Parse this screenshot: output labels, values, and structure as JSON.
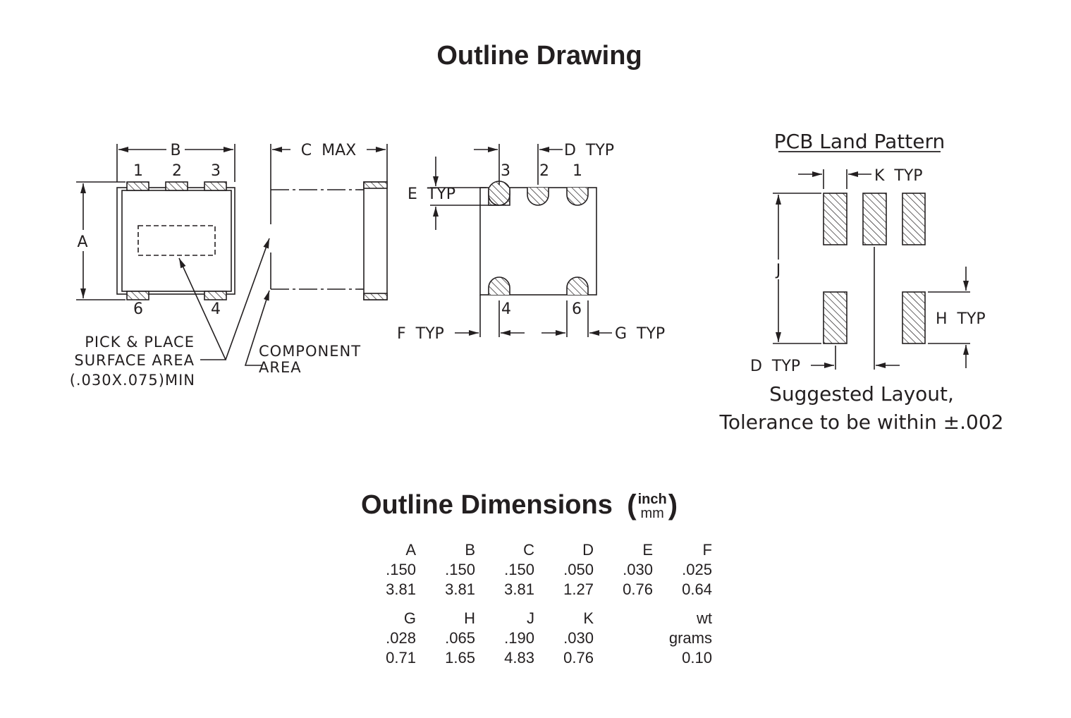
{
  "titles": {
    "outline_drawing": "Outline Drawing",
    "outline_dimensions": "Outline Dimensions",
    "unit_top": "inch",
    "unit_bottom": "mm",
    "open_paren": "(",
    "close_paren": ")"
  },
  "labels": {
    "B": "B",
    "A": "A",
    "C_MAX": "C  MAX",
    "D_TYP": "D  TYP",
    "E_TYP": "E  TYP",
    "F_TYP": "F  TYP",
    "G_TYP": "G  TYP",
    "pin1": "1",
    "pin2": "2",
    "pin3": "3",
    "pin4": "4",
    "pin6": "6",
    "pick_place_1": "PICK & PLACE",
    "pick_place_2": "SURFACE AREA",
    "pick_place_3": "(.030X.075)MIN",
    "component_1": "COMPONENT",
    "component_2": "AREA"
  },
  "pcb": {
    "title": "PCB Land Pattern",
    "K_TYP": "K  TYP",
    "J": "J",
    "H_TYP": "H  TYP",
    "D_TYP": "D  TYP",
    "note_1": "Suggested Layout,",
    "note_2": "Tolerance to be within ±.002"
  },
  "table1": {
    "headers": [
      "A",
      "B",
      "C",
      "D",
      "E",
      "F"
    ],
    "inch": [
      ".150",
      ".150",
      ".150",
      ".050",
      ".030",
      ".025"
    ],
    "mm": [
      "3.81",
      "3.81",
      "3.81",
      "1.27",
      "0.76",
      "0.64"
    ]
  },
  "table2": {
    "headers": [
      "G",
      "H",
      "J",
      "K",
      "",
      "wt"
    ],
    "inch": [
      ".028",
      ".065",
      ".190",
      ".030",
      "",
      "grams"
    ],
    "mm": [
      "0.71",
      "1.65",
      "4.83",
      "0.76",
      "",
      "0.10"
    ]
  }
}
